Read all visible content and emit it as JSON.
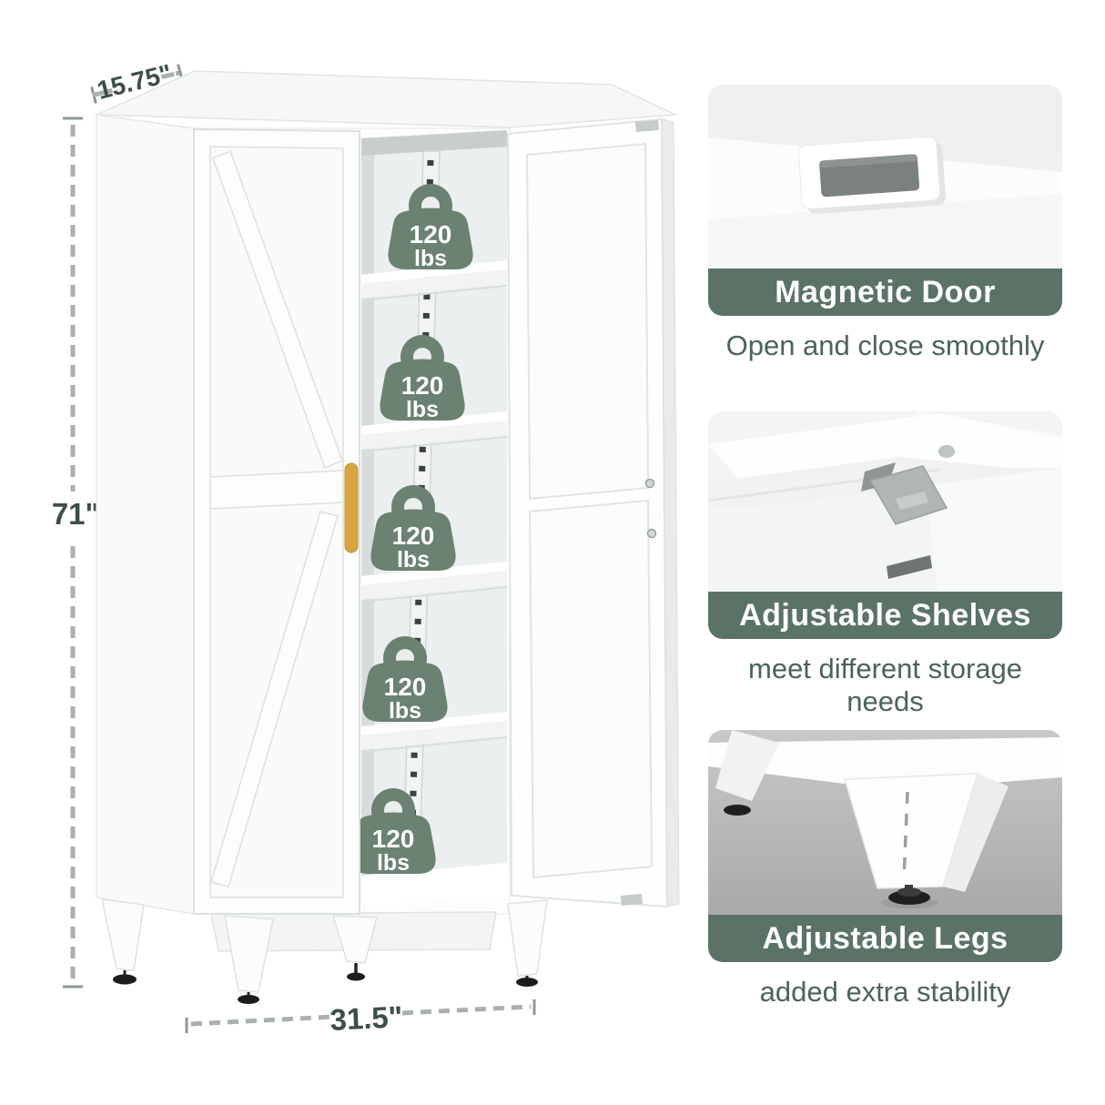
{
  "product_view": {
    "type": "storage-cabinet-annotated-diagram",
    "dimensions": {
      "depth_label": "15.75\"",
      "height_label": "71\"",
      "width_label": "31.5\""
    },
    "cabinet": {
      "weight_label": {
        "value": "120",
        "unit": "lbs"
      },
      "weight_badge_count": 5
    }
  },
  "features": [
    {
      "title": "Magnetic Door",
      "caption": "Open and close smoothly"
    },
    {
      "title": "Adjustable Shelves",
      "caption": "meet different storage needs"
    },
    {
      "title": "Adjustable Legs",
      "caption": "added extra stability"
    }
  ],
  "colors": {
    "banner_green": "#5b7266",
    "caption_green": "#4c6457",
    "dimension_green": "#3d4f44",
    "weight_green": "#6b8171",
    "handle_gold": "#d7a63e"
  }
}
